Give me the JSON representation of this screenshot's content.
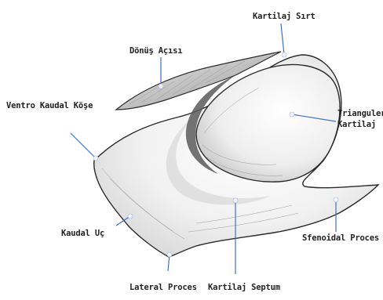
{
  "labels": {
    "kartilaj_sirt": "Kartilaj Sırt",
    "donus_acisi": "Dönüş Açısı",
    "ventro_kaudal_kose": "Ventro Kaudal Köşe",
    "trianguler_kartilaj_line1": "Trianguler",
    "trianguler_kartilaj_line2": "Kartilaj",
    "kaudal_uc": "Kaudal Uç",
    "sfenoidal_proces": "Sfenoidal Proces",
    "lateral_proces": "Lateral Proces",
    "kartilaj_septum": "Kartilaj Septum"
  },
  "colors": {
    "leader": "#3d6fd1",
    "outline": "#2b2b2b",
    "shade": "#c9c9c9"
  }
}
